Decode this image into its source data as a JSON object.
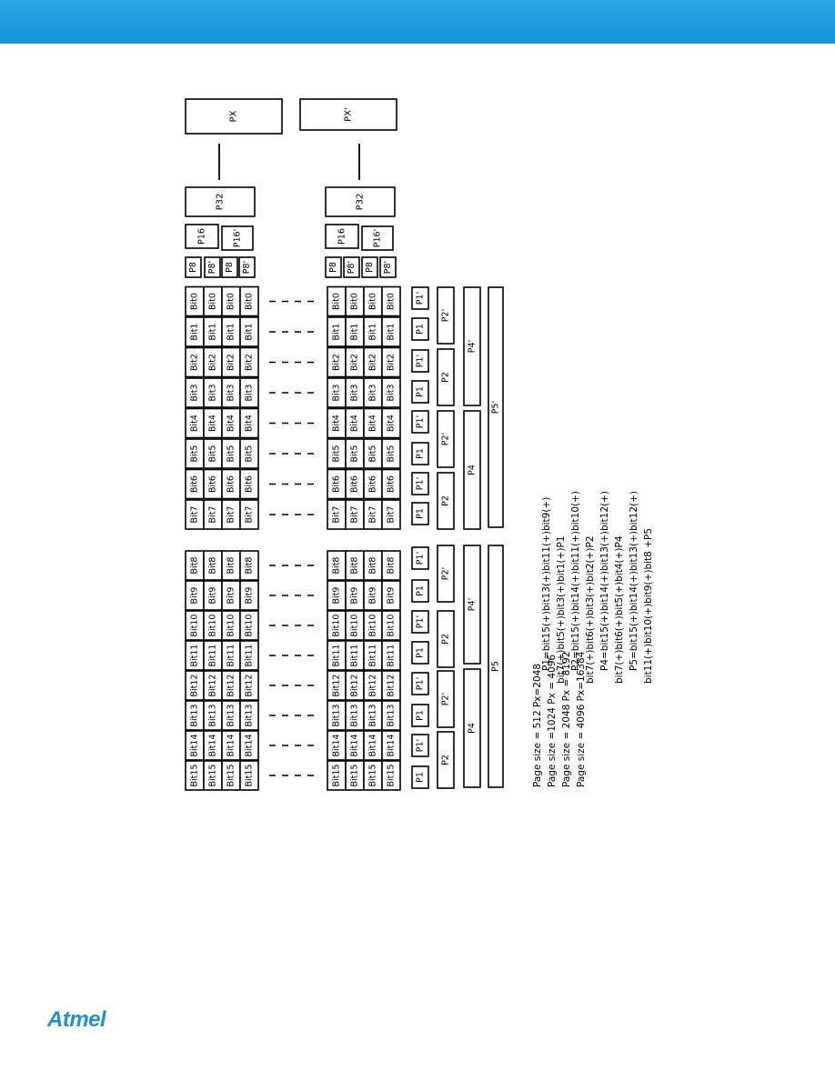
{
  "header": {
    "accent_color": "#1a9ae0"
  },
  "logo": {
    "text": "Atmel",
    "color": "#1f8fd6"
  },
  "diagram": {
    "px_labels": [
      "PX",
      "PX'"
    ],
    "p32_labels": [
      "P32",
      "P32"
    ],
    "p16_labels": [
      "P16",
      "P16'"
    ],
    "p8_labels": [
      "P8",
      "P8'"
    ],
    "bits_left": [
      "Bit15",
      "Bit14",
      "Bit13",
      "Bit12",
      "Bit11",
      "Bit10",
      "Bit9",
      "Bit8"
    ],
    "bits_right": [
      "Bit7",
      "Bit6",
      "Bit5",
      "Bit4",
      "Bit3",
      "Bit2",
      "Bit1",
      "Bit0"
    ],
    "p1_labels": [
      "P1",
      "P1'"
    ],
    "p2_labels": [
      "P2",
      "P2'"
    ],
    "p4_labels": [
      "P4",
      "P4'"
    ],
    "p5_labels": [
      "P5",
      "P5'"
    ],
    "page_sizes": [
      "Page size = 512   Px=2048",
      "Page size =1024 Px = 4096",
      "Page size = 2048 Px = 8192",
      "Page size = 4096  Px=16384"
    ],
    "equations": [
      "P1=bit15(+)bit13(+)bit11(+)bit9(+)",
      "bit7(+)bit5(+)bit3(+)bit1(+)P1",
      "P2=bit15(+)bit14(+)bit11(+)bit10(+)",
      "bit7(+)bit6(+)bit3(+)bit2(+)P2",
      "P4=bit15(+)bit14(+)bit13(+)bit12(+)",
      "bit7(+)bit6(+)bit5(+)bit4(+)P4",
      "P5=bit15(+)bit14(+)bit13(+)bit12(+)",
      "bit11(+)bit10(+)bit9(+)bit8 +P5"
    ]
  }
}
